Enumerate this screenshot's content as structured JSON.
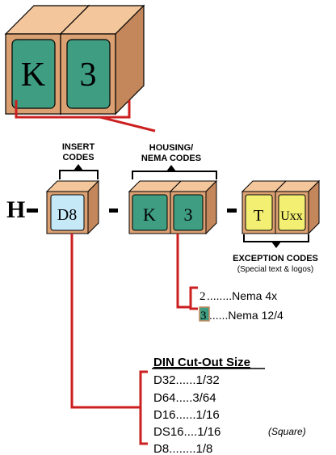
{
  "top_code": {
    "letter": "K",
    "digit": "3"
  },
  "prefix": "H",
  "separator": "-",
  "insert": {
    "heading_line1": "INSERT",
    "heading_line2": "CODES",
    "code": "D8"
  },
  "housing": {
    "heading_line1": "HOUSING/",
    "heading_line2": "NEMA CODES",
    "letter": "K",
    "digit": "3"
  },
  "exception": {
    "heading": "EXCEPTION CODES",
    "subheading": "(Special text & logos)",
    "code1": "T",
    "code2": "Uxx"
  },
  "nema_options": [
    {
      "code": "2",
      "text": "........Nema 4x"
    },
    {
      "code": "3",
      "text": "......Nema 12/4"
    }
  ],
  "din": {
    "title": "DIN Cut-Out Size",
    "rows": [
      {
        "code": "D32",
        "dots": "......",
        "value": "1/32",
        "note": ""
      },
      {
        "code": "D64",
        "dots": ".....",
        "value": "3/64",
        "note": ""
      },
      {
        "code": "D16",
        "dots": "......",
        "value": "1/16",
        "note": ""
      },
      {
        "code": "DS16",
        "dots": "....",
        "value": "1/16",
        "note": "(Square)"
      },
      {
        "code": "D8",
        "dots": "........",
        "value": "1/8",
        "note": ""
      }
    ]
  },
  "colors": {
    "cube_face": "#3f9e82",
    "cube_light": "#f4c69b",
    "cube_mid": "#dba173",
    "cube_dark": "#c4875c",
    "insert_face": "#c5e9f6",
    "exception_face": "#f3ef73",
    "bracket_red": "#cc1f1f",
    "line_black": "#000000"
  }
}
